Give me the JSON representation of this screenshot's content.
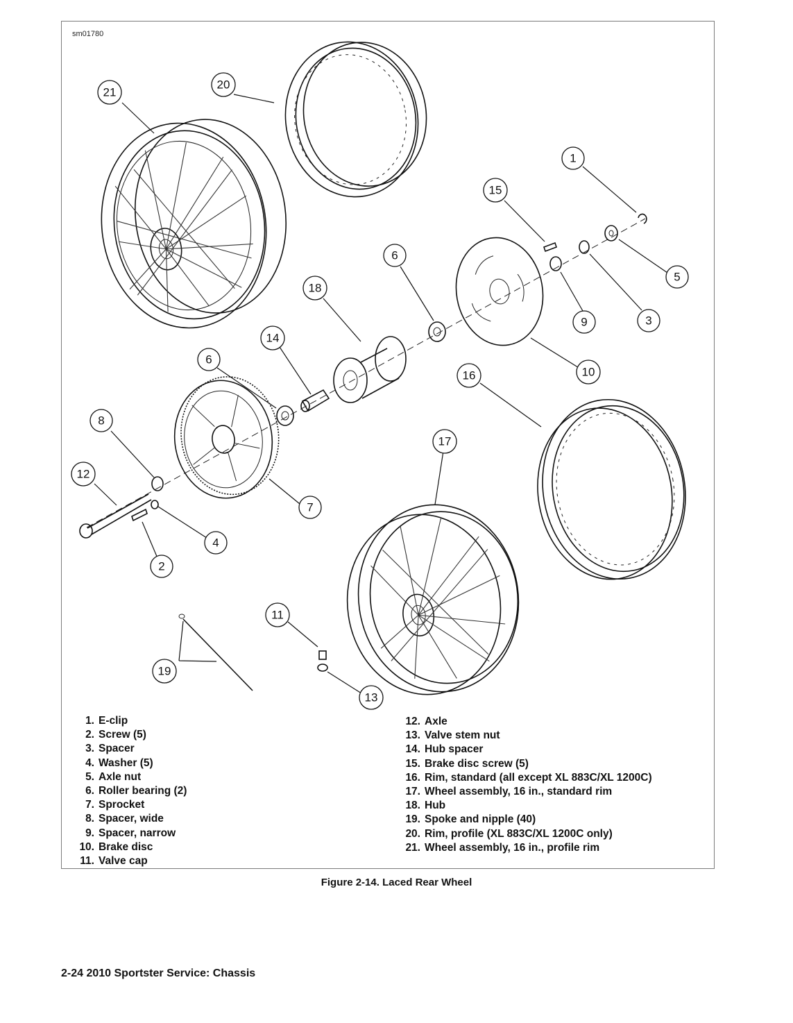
{
  "figure_id": "sm01780",
  "callouts": [
    "1",
    "2",
    "3",
    "4",
    "5",
    "6",
    "6",
    "7",
    "8",
    "9",
    "10",
    "11",
    "12",
    "13",
    "14",
    "15",
    "16",
    "17",
    "18",
    "19",
    "20",
    "21"
  ],
  "legend_left": [
    {
      "num": "1.",
      "text": "E-clip"
    },
    {
      "num": "2.",
      "text": "Screw (5)"
    },
    {
      "num": "3.",
      "text": "Spacer"
    },
    {
      "num": "4.",
      "text": "Washer (5)"
    },
    {
      "num": "5.",
      "text": "Axle nut"
    },
    {
      "num": "6.",
      "text": "Roller bearing (2)"
    },
    {
      "num": "7.",
      "text": "Sprocket"
    },
    {
      "num": "8.",
      "text": "Spacer, wide"
    },
    {
      "num": "9.",
      "text": "Spacer, narrow"
    },
    {
      "num": "10.",
      "text": "Brake disc"
    },
    {
      "num": "11.",
      "text": "Valve cap"
    }
  ],
  "legend_right": [
    {
      "num": "12.",
      "text": "Axle"
    },
    {
      "num": "13.",
      "text": "Valve stem nut"
    },
    {
      "num": "14.",
      "text": "Hub spacer"
    },
    {
      "num": "15.",
      "text": "Brake disc screw (5)"
    },
    {
      "num": "16.",
      "text": "Rim, standard (all except XL 883C/XL 1200C)"
    },
    {
      "num": "17.",
      "text": "Wheel assembly, 16 in., standard rim"
    },
    {
      "num": "18.",
      "text": "Hub"
    },
    {
      "num": "19.",
      "text": "Spoke and nipple (40)"
    },
    {
      "num": "20.",
      "text": "Rim, profile (XL 883C/XL 1200C only)"
    },
    {
      "num": "21.",
      "text": "Wheel assembly, 16 in., profile rim"
    }
  ],
  "caption": "Figure 2-14. Laced Rear Wheel",
  "footer": "2-24  2010 Sportster Service: Chassis"
}
